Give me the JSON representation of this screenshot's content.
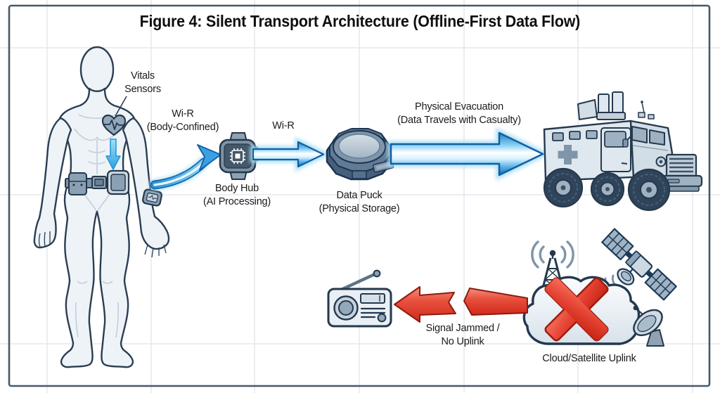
{
  "figure": {
    "title": "Figure 4: Silent Transport Architecture (Offline-First Data Flow)"
  },
  "labels": {
    "vitals_sensors": "Vitals\nSensors",
    "wi_r_body_confined": "Wi-R\n(Body-Confined)",
    "body_hub": "Body Hub\n(AI Processing)",
    "wi_r": "Wi-R",
    "data_puck": "Data Puck\n(Physical Storage)",
    "physical_evacuation": "Physical Evacuation\n(Data Travels with Casualty)",
    "signal_jammed": "Signal Jammed /\nNo Uplink",
    "cloud_satellite_uplink": "Cloud/Satellite Uplink"
  },
  "icons": [
    "casualty-figure-icon",
    "heart-ecg-icon",
    "body-data-down-arrow-icon",
    "belt-kit-icon",
    "wrist-monitor-icon",
    "wi-r-curved-arrow-icon",
    "body-hub-watch-icon",
    "chip-icon",
    "wi-r-straight-arrow-icon",
    "data-puck-icon",
    "evacuation-arrow-icon",
    "evac-vehicle-icon",
    "medical-cross-icon",
    "radio-icon",
    "jammed-arrow-icon",
    "cell-tower-icon",
    "radio-waves-icon",
    "satellite-icon",
    "ground-dish-icon",
    "cloud-icon",
    "red-x-icon"
  ],
  "colors": {
    "frame": "#47596b",
    "grid": "#e4e9ee",
    "outline": "#24384d",
    "body_fill": "#eef3f7",
    "device_gray": "#8ba0b2",
    "puck_dark": "#46607b",
    "arrow_blue": "#1d7ec4",
    "arrow_core": "#ffffff",
    "jam_red": "#d92f20",
    "x_red": "#e64534",
    "cloud_fill": "#eaf1f7",
    "text": "#1b1b1b"
  }
}
